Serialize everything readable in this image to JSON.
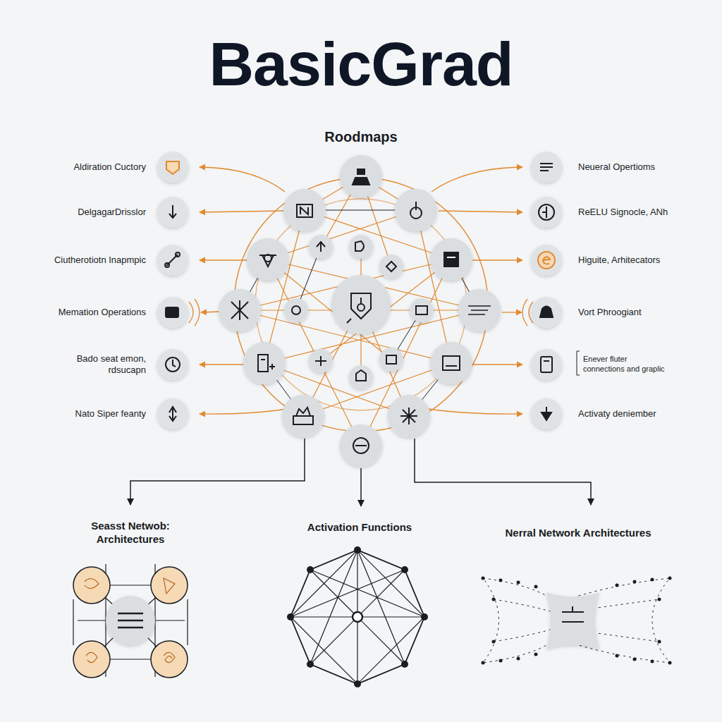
{
  "diagram": {
    "title": "BasicGrad",
    "labels": [
      "Roodmaps",
      "Aldiration Cuctory",
      "DelgagarDrisslor",
      "Ciutherotiotn Inapmpic",
      "Memation Operations",
      "Bado seat emon, rdsucapn",
      "Nato Siper feanty",
      "Neueral Opertioms",
      "ReELU Signocle, ANh",
      "Higuite, Arhitecators",
      "Vort Phroogiant",
      "Enever fluter connections and graplic",
      "Activaty deniember",
      "Seasst Netwob: Architectures",
      "Activation Functions",
      "Nerral Network Architectures"
    ]
  }
}
